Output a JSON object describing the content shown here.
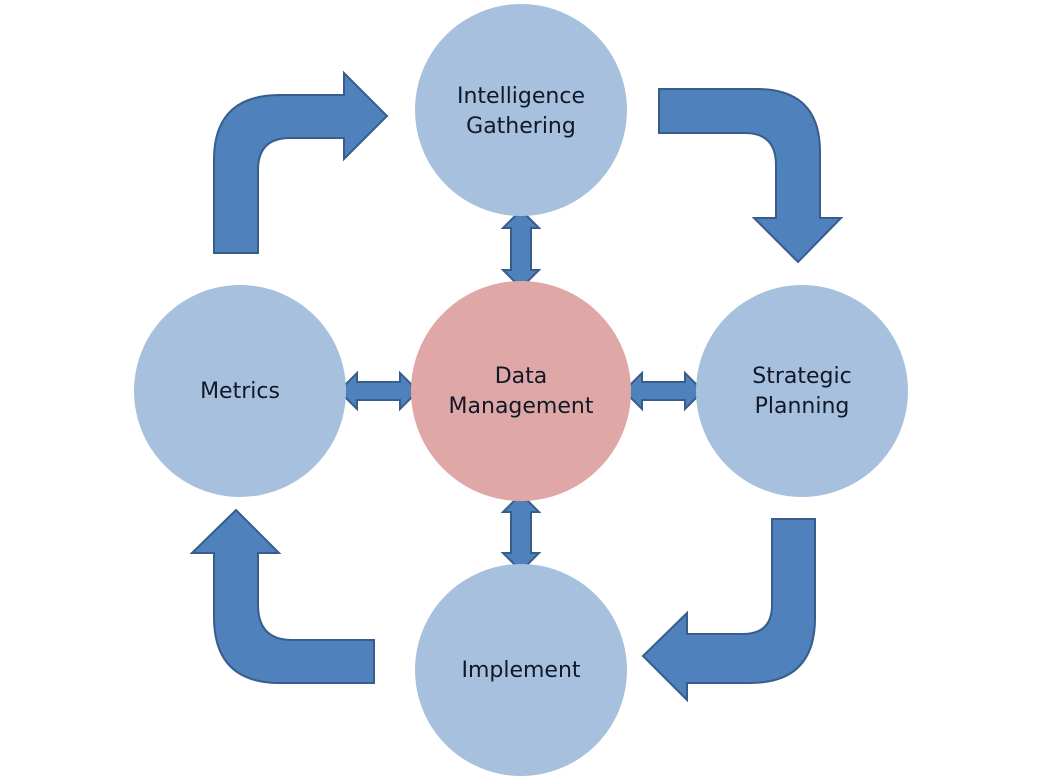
{
  "diagram": {
    "title": "",
    "colors": {
      "outer_node_fill": "#A7C0DE",
      "center_node_fill": "#DFA7A6",
      "arrow_fill": "#4F81BD",
      "arrow_stroke": "#385D8A",
      "text": "#111827"
    },
    "center_node": {
      "id": "data-management",
      "lines": [
        "Data",
        "Management"
      ]
    },
    "outer_nodes": [
      {
        "id": "intelligence-gathering",
        "position": "top",
        "lines": [
          "Intelligence",
          "Gathering"
        ]
      },
      {
        "id": "strategic-planning",
        "position": "right",
        "lines": [
          "Strategic",
          "Planning"
        ]
      },
      {
        "id": "implement",
        "position": "bottom",
        "lines": [
          "Implement"
        ]
      },
      {
        "id": "metrics",
        "position": "left",
        "lines": [
          "Metrics"
        ]
      }
    ],
    "cycle_arrows": [
      {
        "from": "metrics",
        "to": "intelligence-gathering",
        "type": "curved"
      },
      {
        "from": "intelligence-gathering",
        "to": "strategic-planning",
        "type": "curved"
      },
      {
        "from": "strategic-planning",
        "to": "implement",
        "type": "curved"
      },
      {
        "from": "implement",
        "to": "metrics",
        "type": "curved"
      }
    ],
    "hub_arrows": [
      {
        "between": [
          "data-management",
          "intelligence-gathering"
        ],
        "type": "double-headed"
      },
      {
        "between": [
          "data-management",
          "strategic-planning"
        ],
        "type": "double-headed"
      },
      {
        "between": [
          "data-management",
          "implement"
        ],
        "type": "double-headed"
      },
      {
        "between": [
          "data-management",
          "metrics"
        ],
        "type": "double-headed"
      }
    ]
  }
}
